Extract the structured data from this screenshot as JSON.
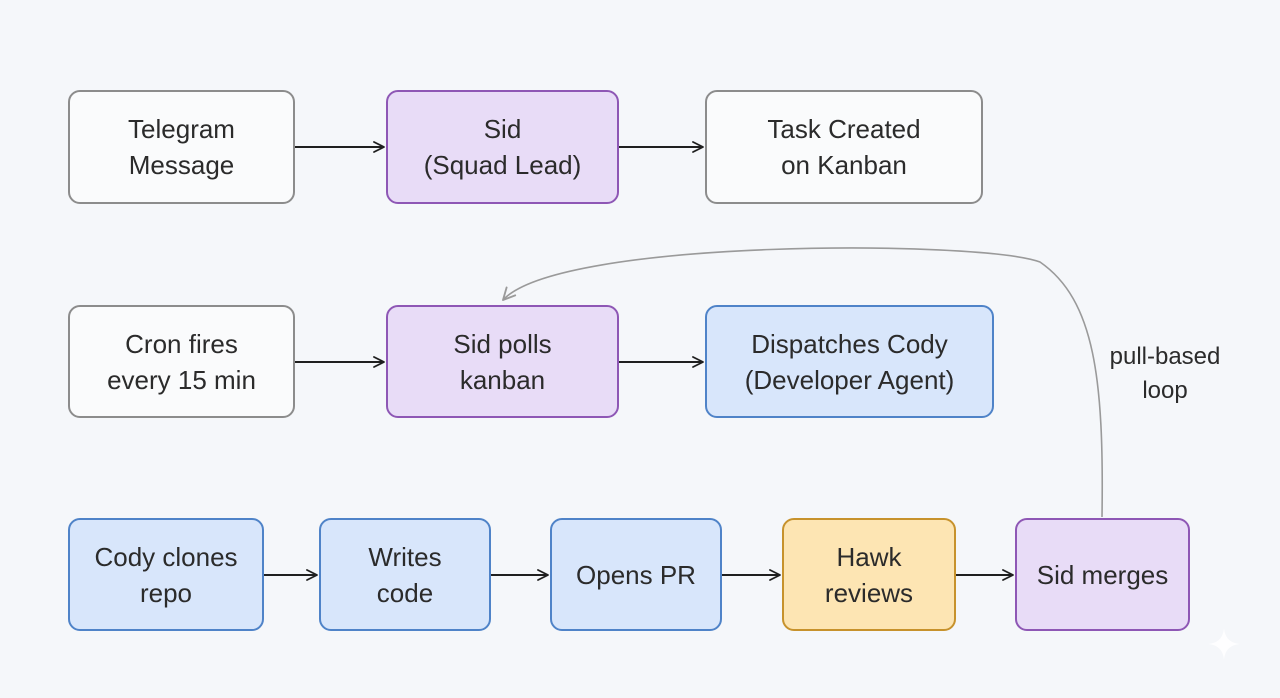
{
  "colors": {
    "background": "#f5f7fa",
    "neutral_fill": "#fafbfc",
    "neutral_border": "#8c8c8c",
    "sid_fill": "#e8dcf7",
    "sid_border": "#8e57b5",
    "agent_fill": "#d8e6fb",
    "agent_border": "#4f83c8",
    "hawk_fill": "#fde5b3",
    "hawk_border": "#c7922c",
    "arrow": "#1f1f1f",
    "loop_arrow": "#9a9a9a"
  },
  "nodes": {
    "telegram_message": "Telegram\nMessage",
    "sid_squad_lead": "Sid\n(Squad Lead)",
    "task_created": "Task Created\non Kanban",
    "cron_fires": "Cron fires\nevery 15 min",
    "sid_polls": "Sid polls\nkanban",
    "dispatches_cody": "Dispatches Cody\n(Developer Agent)",
    "cody_clones": "Cody clones\nrepo",
    "writes_code": "Writes\ncode",
    "opens_pr": "Opens PR",
    "hawk_reviews": "Hawk\nreviews",
    "sid_merges": "Sid merges"
  },
  "loop_label": "pull-based\nloop",
  "icons": {
    "arrowhead": "open-chevron-arrowhead",
    "corner_mark": "sparkle-icon"
  }
}
